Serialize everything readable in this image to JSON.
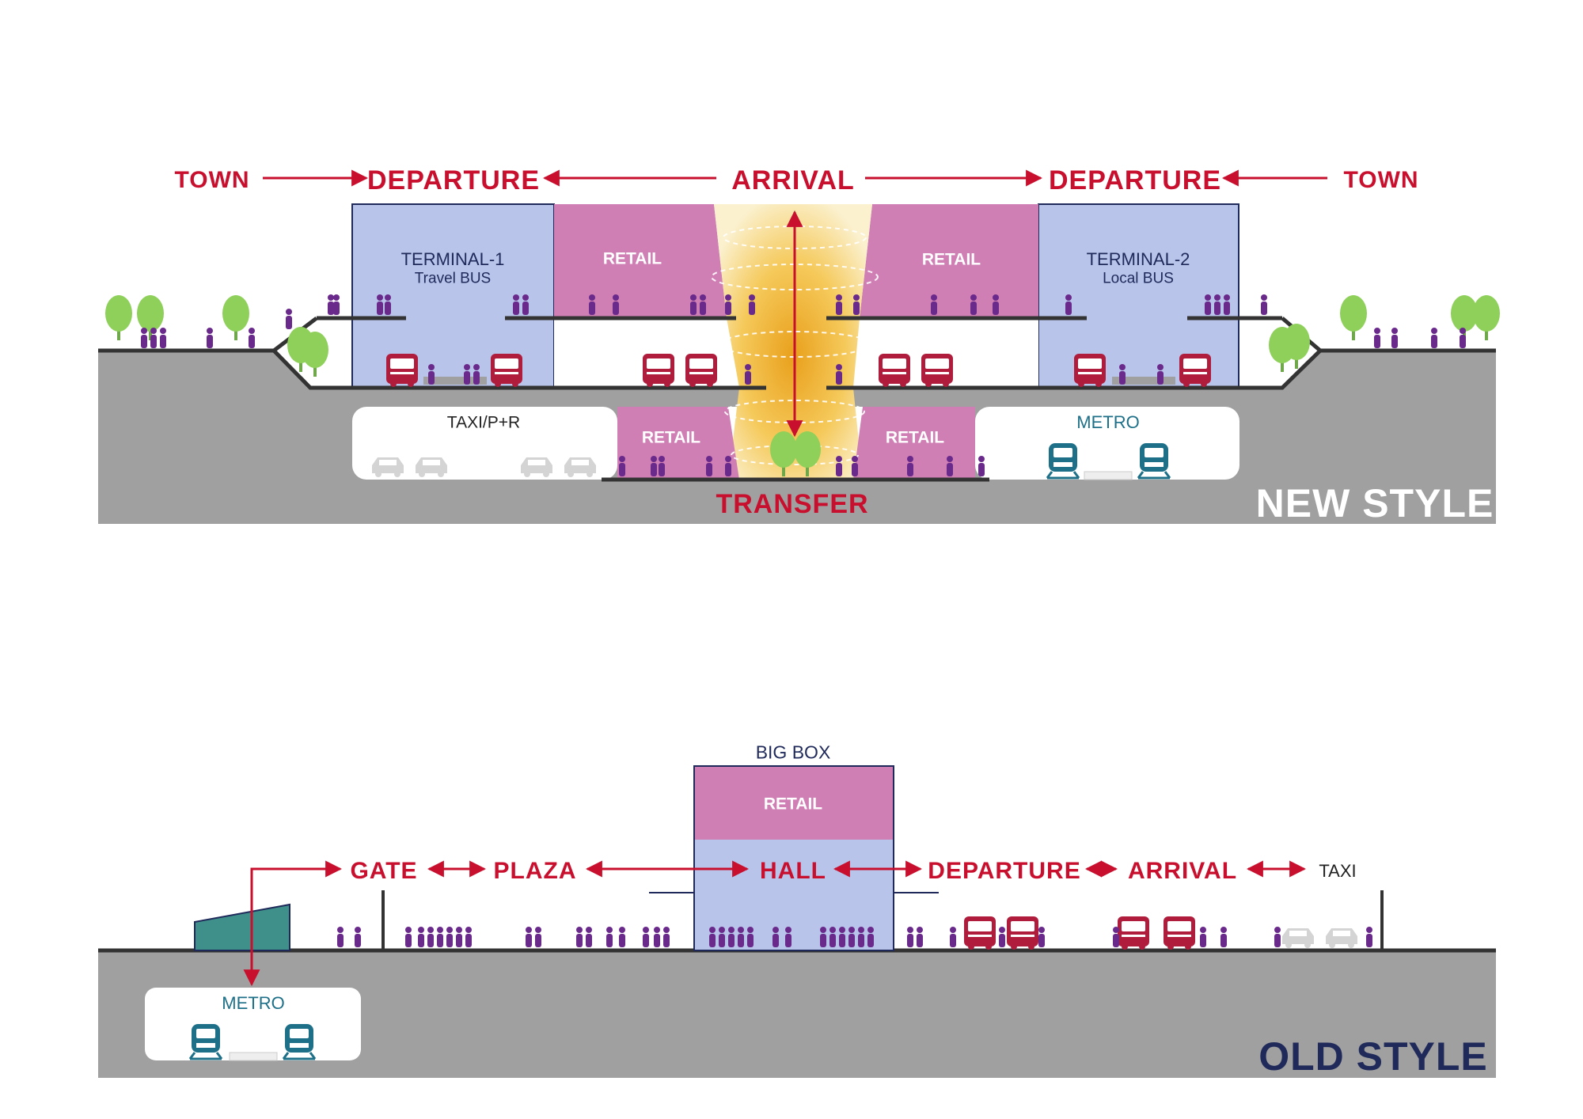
{
  "new_style": {
    "flow_labels": {
      "town_left": "TOWN",
      "departure_left": "DEPARTURE",
      "arrival": "ARRIVAL",
      "departure_right": "DEPARTURE",
      "town_right": "TOWN"
    },
    "terminal_1": {
      "title": "TERMINAL-1",
      "subtitle": "Travel BUS"
    },
    "terminal_2": {
      "title": "TERMINAL-2",
      "subtitle": "Local BUS"
    },
    "retail_upper_left": "RETAIL",
    "retail_upper_right": "RETAIL",
    "retail_lower_left": "RETAIL",
    "retail_lower_right": "RETAIL",
    "taxi_park": "TAXI/P+R",
    "metro": "METRO",
    "transfer": "TRANSFER",
    "style_label": "NEW STYLE"
  },
  "old_style": {
    "big_box": "BIG BOX",
    "retail": "RETAIL",
    "flow_labels": {
      "gate": "GATE",
      "plaza": "PLAZA",
      "hall": "HALL",
      "departure": "DEPARTURE",
      "arrival": "ARRIVAL",
      "taxi": "TAXI"
    },
    "metro": "METRO",
    "style_label": "OLD STYLE"
  },
  "colors": {
    "ground": "#a0a0a0",
    "terminal": "#b8c4ea",
    "retail": "#d07fb5",
    "accent_red": "#c8102e",
    "people": "#6a2a8c",
    "bus": "#b01c3c",
    "tree": "#8ed05a",
    "metro": "#1d7088",
    "navy": "#1f2a5a",
    "atrium": "#f0b428"
  }
}
